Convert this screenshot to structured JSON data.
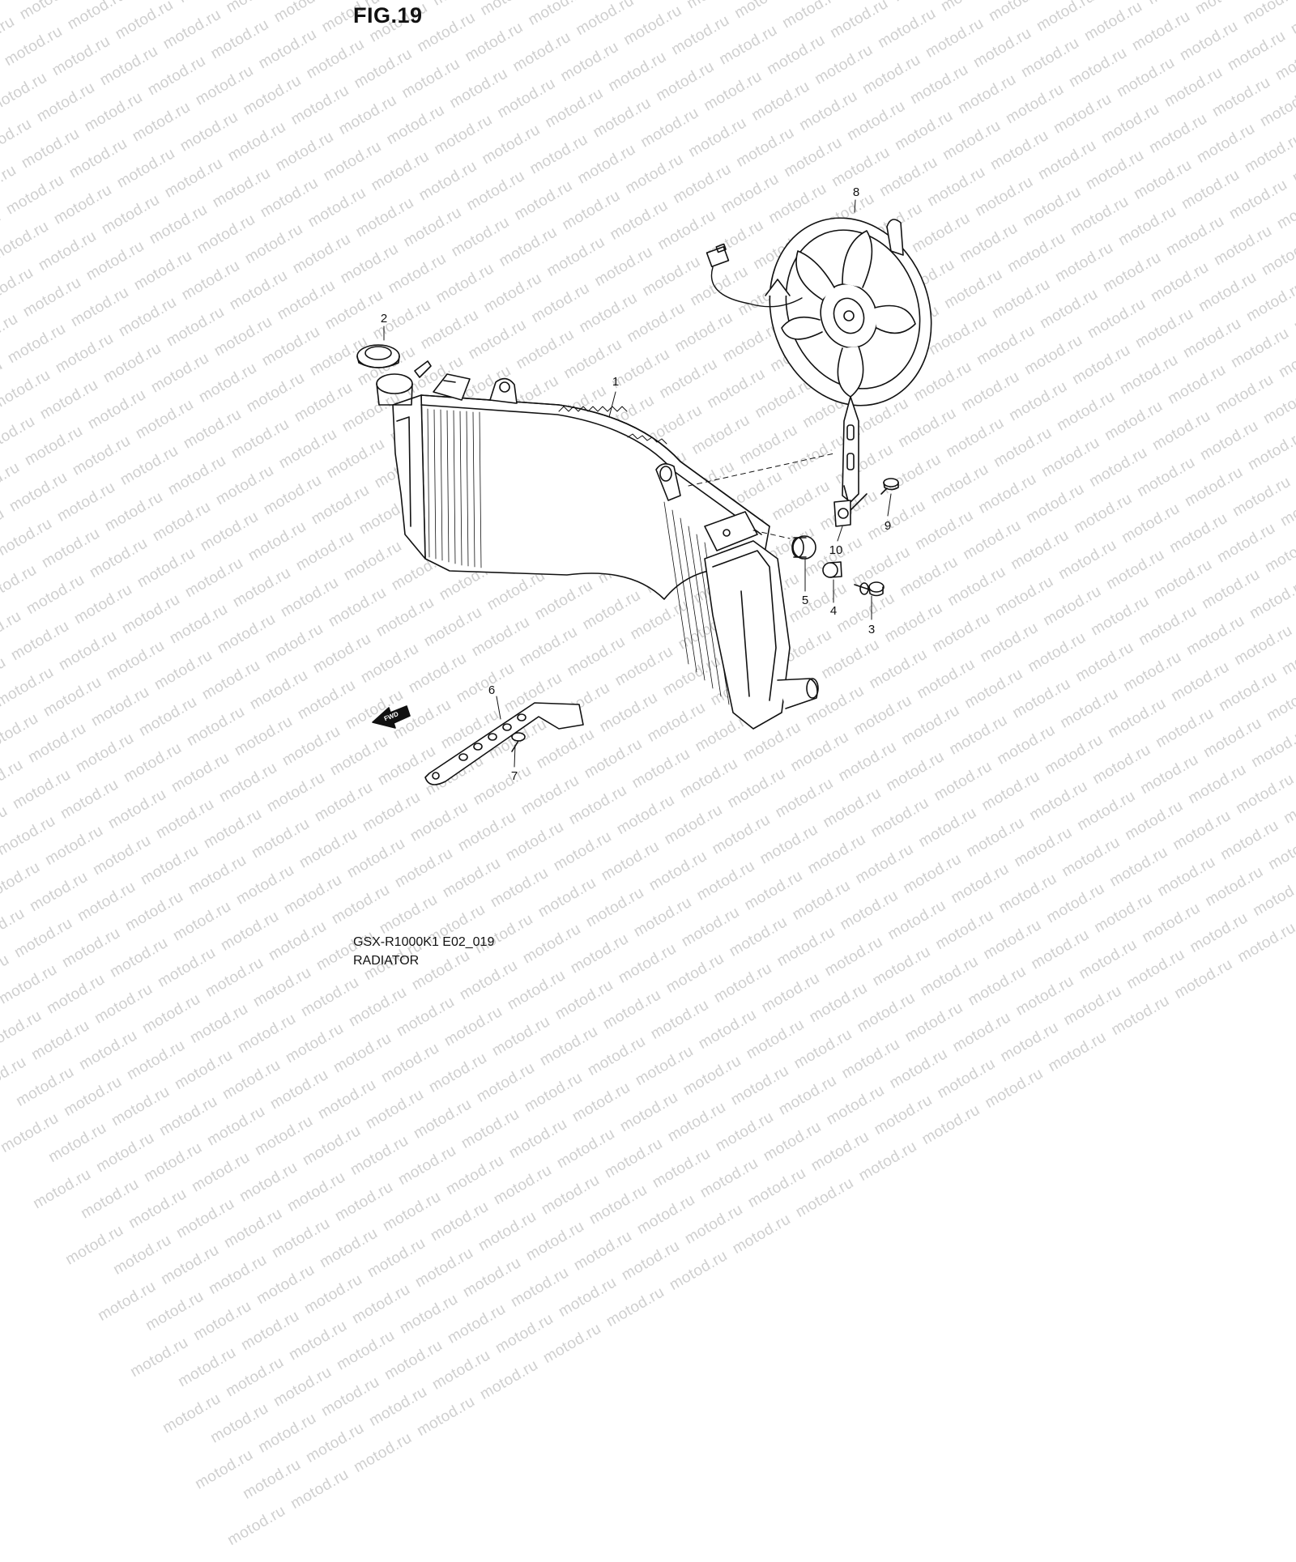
{
  "title": "FIG.19",
  "watermark": "motod.ru",
  "model_code": "GSX-R1000K1 E02_019",
  "section_name": "RADIATOR",
  "fwd_label": "FWD",
  "callouts": [
    {
      "id": "1",
      "name": "callout-1"
    },
    {
      "id": "2",
      "name": "callout-2"
    },
    {
      "id": "3",
      "name": "callout-3"
    },
    {
      "id": "4",
      "name": "callout-4"
    },
    {
      "id": "5",
      "name": "callout-5"
    },
    {
      "id": "6",
      "name": "callout-6"
    },
    {
      "id": "7",
      "name": "callout-7"
    },
    {
      "id": "8",
      "name": "callout-8"
    },
    {
      "id": "9",
      "name": "callout-9"
    },
    {
      "id": "10",
      "name": "callout-10"
    }
  ]
}
